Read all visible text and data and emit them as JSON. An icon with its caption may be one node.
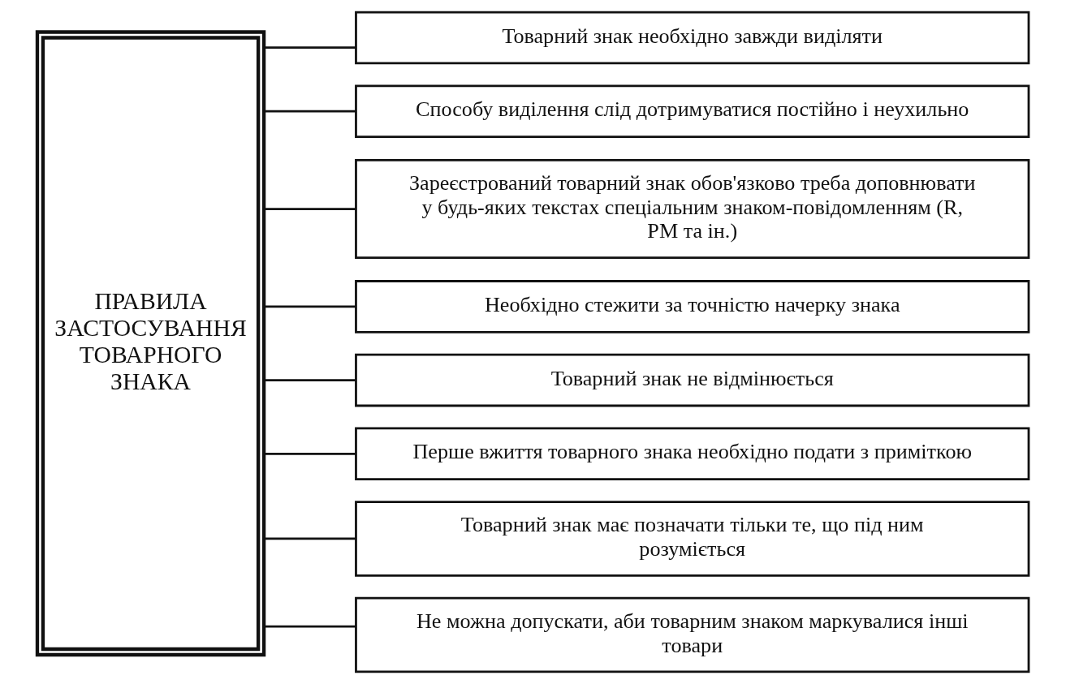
{
  "diagram": {
    "nodes": [
      {
        "text": [
          "ПРАВИЛА ЗАСТОСУВАННЯ ТОВАРНОГО ЗНАКА"
        ]
      },
      {
        "text": [
          "Товарний знак необхідно завжди виділяти"
        ]
      },
      {
        "text": [
          "Способу виділення слід дотримуватися постійно і неухильно"
        ]
      },
      {
        "text": [
          "Зареєстрований товарний знак обов'язково треба доповнювати у будь-яких текстах спеціальним знаком-повідомленням (R, PM та ін.)"
        ]
      },
      {
        "text": [
          "Необхідно стежити за точністю начерку знака"
        ]
      },
      {
        "text": [
          "Товарний знак не відмінюється"
        ]
      },
      {
        "text": [
          "Перше вжиття товарного знака необхідно подати з приміткою"
        ]
      },
      {
        "text": [
          "Товарний знак має позначати тільки те, що під ним розуміється"
        ]
      },
      {
        "text": [
          "Не можна допускати, аби товарним знаком маркувалися інші товари"
        ]
      }
    ],
    "edges": [
      {
        "from": 0,
        "to": 1,
        "arrow": "none"
      },
      {
        "from": 0,
        "to": 2,
        "arrow": "none"
      },
      {
        "from": 0,
        "to": 3,
        "arrow": "none"
      },
      {
        "from": 0,
        "to": 4,
        "arrow": "none"
      },
      {
        "from": 0,
        "to": 5,
        "arrow": "none"
      },
      {
        "from": 0,
        "to": 6,
        "arrow": "none"
      },
      {
        "from": 0,
        "to": 7,
        "arrow": "none"
      },
      {
        "from": 0,
        "to": 8,
        "arrow": "none"
      }
    ]
  }
}
